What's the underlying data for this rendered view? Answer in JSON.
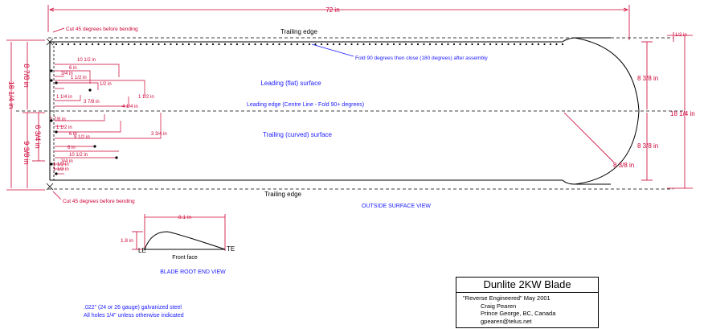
{
  "overall": {
    "length": "72 in",
    "total_height_left": "18 1/4 in",
    "total_height_right": "18 1/4 in",
    "top_half_left": "8 7/8 in",
    "lower_a": "6 3/4 in",
    "lower_b": "9 3/8 in",
    "tip_offset": "1/2 in"
  },
  "labels": {
    "trailing_edge_top": "Trailing edge",
    "trailing_edge_bottom": "Trailing edge",
    "leading_surface": "Leading (flat) surface",
    "centre_line": "Leading edge (Centre Line - Fold 90+ degrees)",
    "trailing_surface": "Trailing (curved) surface",
    "fold_note": "Fold 90 degrees then close (180 degrees) after assembly",
    "cut_top": "Cut 45 degrees before bending",
    "cut_bottom": "Cut 45 degrees before bending",
    "outside_view": "OUTSIDE SURFACE VIEW",
    "radius_top": "8 3/8 in",
    "radius_bottom": "8 3/8 in",
    "radius_arc": "8 3/8 in"
  },
  "hole_dims": {
    "top": [
      "10 1/2 in",
      "6 in",
      "3/4 in",
      "1 1/2 in",
      "1 1/4 in",
      "3 7/8 in",
      "4 1/4 in",
      "1 1/2 in",
      "1/2 in"
    ],
    "bottom": [
      "3 7/8 in",
      "1 1/2 in",
      "6 in",
      "9 1/2 in",
      "6 in",
      "10 1/2 in",
      "3/4 in",
      "1 1/2 in",
      "1 1/2 in",
      "3 3/4 in"
    ]
  },
  "root_view": {
    "width": "8.1 in",
    "height": "1.8 in",
    "le": "LE",
    "te": "TE",
    "front_face": "Front face",
    "caption": "BLADE ROOT END VIEW"
  },
  "notes": {
    "material": ".022\" (24 or 26 gauge) galvanized steel",
    "holes": "All holes 1/4\" unless otherwise indicated"
  },
  "title_block": {
    "title": "Dunlite 2KW Blade",
    "line1": "\"Reverse Engineered\"  May 2001",
    "line2": "Craig Pearen",
    "line3": "Prince George, BC, Canada",
    "line4": "gpearen@telus.net"
  },
  "colors": {
    "dimension": "#cc0033",
    "annotation": "#1a1aff",
    "outline": "#000000"
  }
}
